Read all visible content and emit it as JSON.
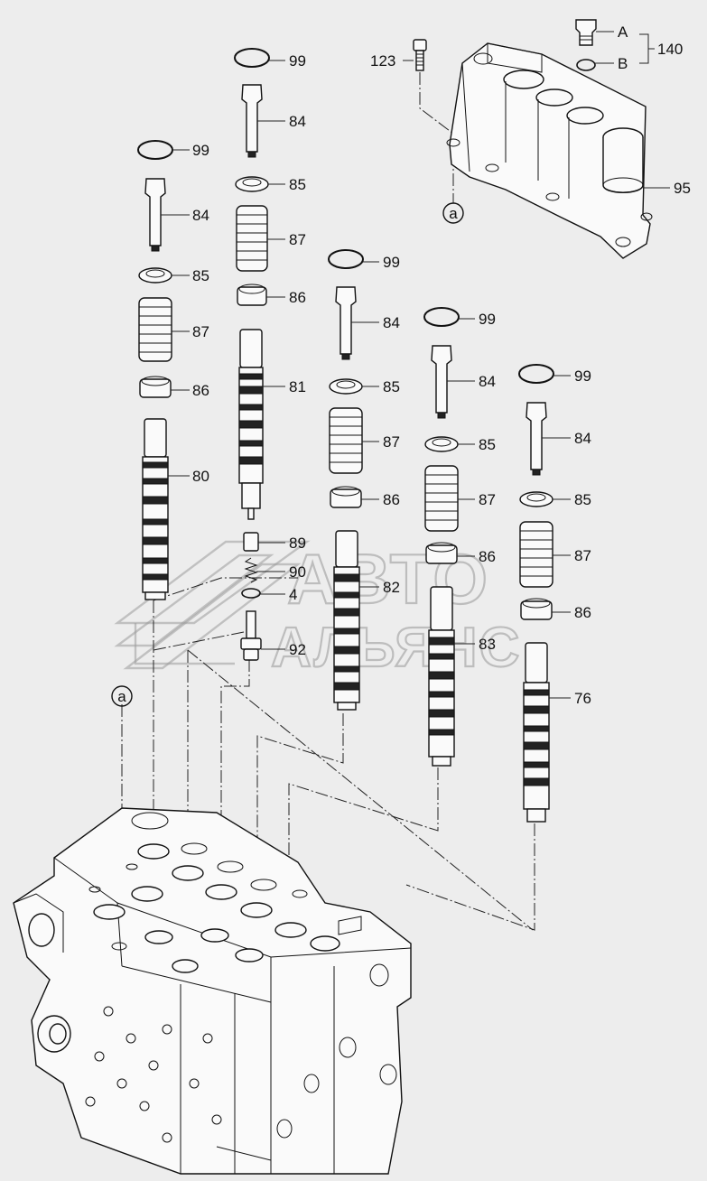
{
  "diagram": {
    "callouts": {
      "c99_1": "99",
      "c84_1": "84",
      "c85_1": "85",
      "c87_1": "87",
      "c86_1": "86",
      "c80": "80",
      "c99_2": "99",
      "c84_2": "84",
      "c85_2": "85",
      "c87_2": "87",
      "c86_2": "86",
      "c81": "81",
      "c89": "89",
      "c90": "90",
      "c4": "4",
      "c92": "92",
      "c99_3": "99",
      "c84_3": "84",
      "c85_3": "85",
      "c87_3": "87",
      "c86_3": "86",
      "c82": "82",
      "c99_4": "99",
      "c84_4": "84",
      "c85_4": "85",
      "c87_4": "87",
      "c86_4": "86",
      "c83": "83",
      "c99_5": "99",
      "c84_5": "84",
      "c85_5": "85",
      "c87_5": "87",
      "c86_5": "86",
      "c76": "76",
      "c123": "123",
      "cA": "A",
      "cB": "B",
      "c140": "140",
      "c95": "95",
      "ref_a_top": "a",
      "ref_a_left": "a"
    },
    "watermark": {
      "line1": "АВТО",
      "line2": "АЛЬЯНС"
    }
  }
}
